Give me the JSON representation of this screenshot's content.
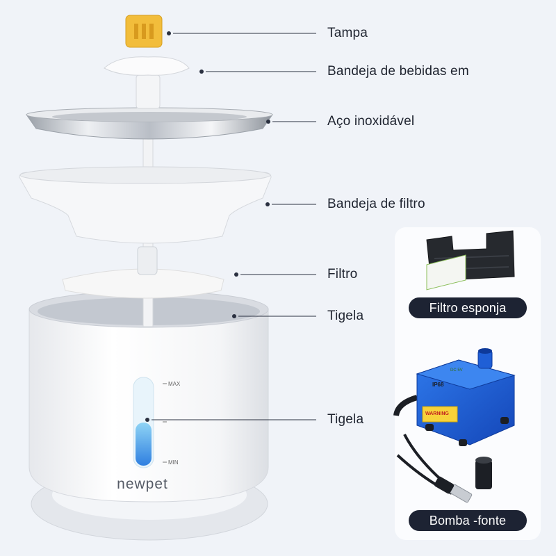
{
  "callouts": [
    {
      "id": "tampa",
      "label": "Tampa"
    },
    {
      "id": "bandeja-bebidas",
      "label": "Bandeja de bebidas em"
    },
    {
      "id": "aco",
      "label": "Aço inoxidável"
    },
    {
      "id": "bandeja-filtro",
      "label": "Bandeja de filtro"
    },
    {
      "id": "filtro",
      "label": "Filtro"
    },
    {
      "id": "tigela-1",
      "label": "Tigela"
    },
    {
      "id": "tigela-2",
      "label": "Tigela"
    }
  ],
  "accessories": {
    "sponge_label": "Filtro esponja",
    "pump_label": "Bomba -fonte"
  },
  "bowl": {
    "brand": "newpet",
    "level_max": "MAX",
    "level_min": "MIN",
    "water_level_fraction": 0.5
  },
  "pump": {
    "warning": "WARNING",
    "rating": "IP68",
    "voltage": "DC 5V"
  },
  "colors": {
    "background": "#f0f3f8",
    "cap_yellow": "#f2bd3b",
    "pump_blue": "#1f5fd6",
    "badge_bg": "#1d2333",
    "water_blue": "#4aa8ea",
    "text": "#1f2430"
  }
}
